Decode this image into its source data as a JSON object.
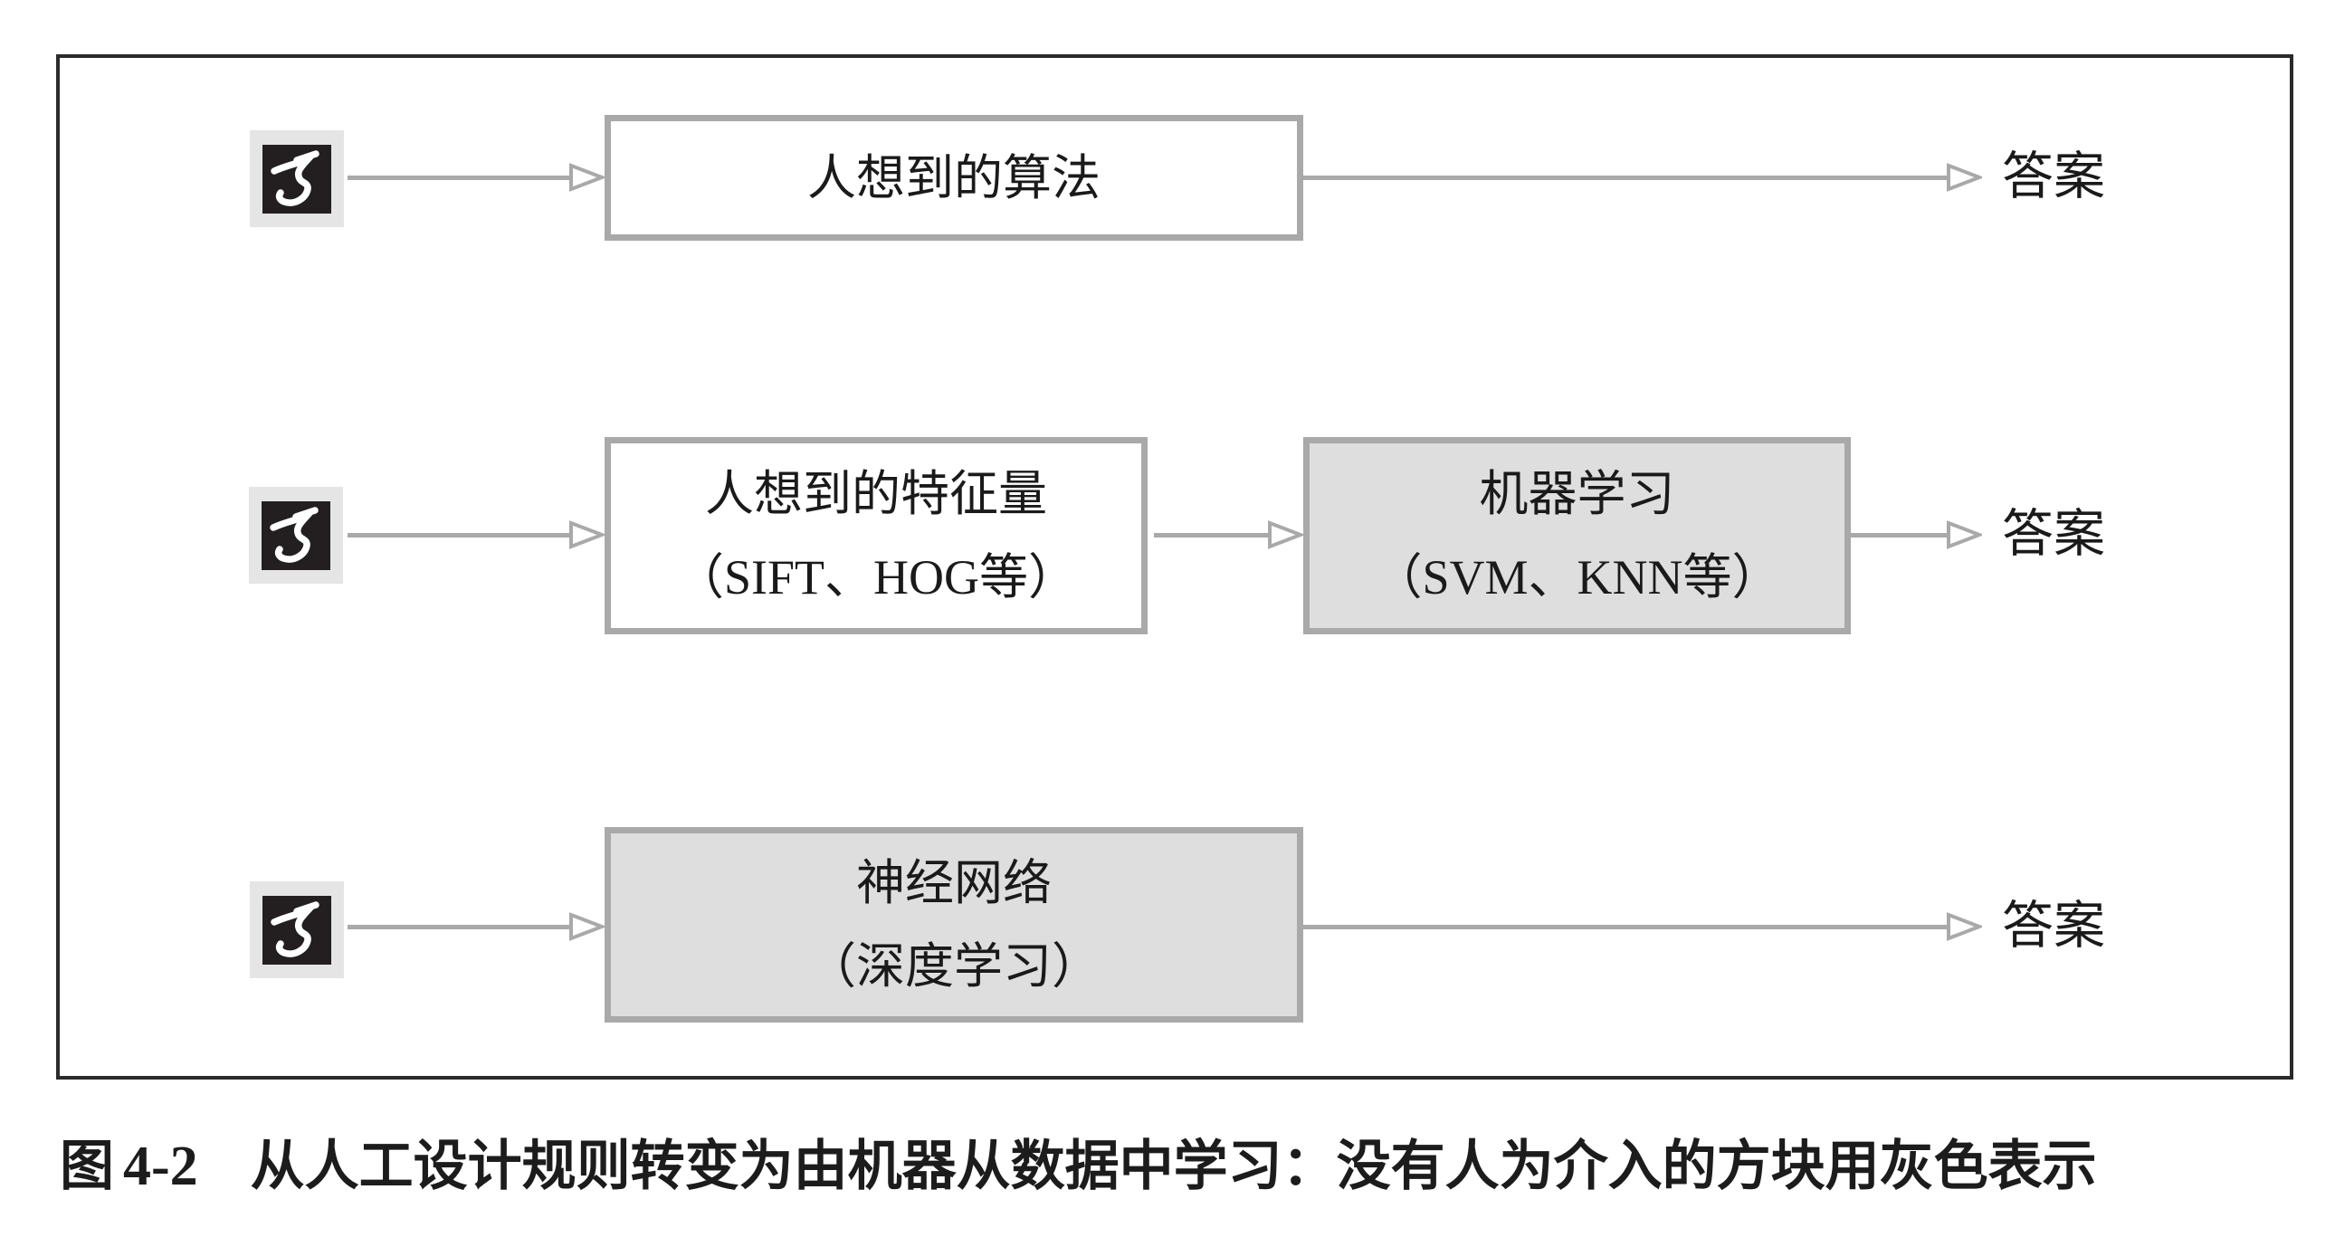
{
  "figure": {
    "caption": {
      "fig_label": "图",
      "fig_number": "4-2",
      "text": "从人工设计规则转变为由机器从数据中学习：没有人为介入的方块用灰色表示"
    }
  },
  "colors": {
    "frame_border": "#2b2b2b",
    "box_border": "#a9a9a9",
    "gray_box_fill": "#dedede",
    "white_box_fill": "#ffffff",
    "arrow": "#a9a9a9",
    "text": "#1a1a1a",
    "icon_background": "#e5e5e5",
    "icon_square": "#231f20",
    "icon_digit": "#ffffff"
  },
  "icons": {
    "input_image": "handwritten-digit-5-mnist"
  },
  "rows": [
    {
      "boxes": [
        {
          "lines": [
            "人想到的算法"
          ],
          "gray": false
        }
      ],
      "answer": "答案"
    },
    {
      "boxes": [
        {
          "lines": [
            "人想到的特征量",
            "（SIFT、HOG等）"
          ],
          "gray": false
        },
        {
          "lines": [
            "机器学习",
            "（SVM、KNN等）"
          ],
          "gray": true
        }
      ],
      "answer": "答案"
    },
    {
      "boxes": [
        {
          "lines": [
            "神经网络",
            "（深度学习）"
          ],
          "gray": true
        }
      ],
      "answer": "答案"
    }
  ]
}
